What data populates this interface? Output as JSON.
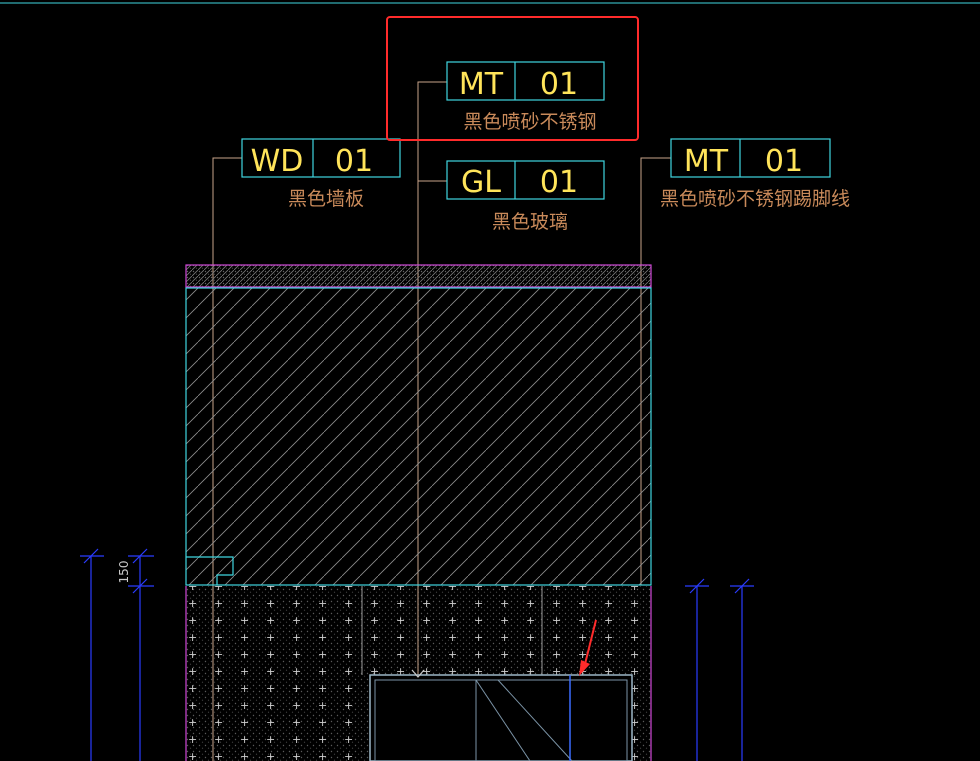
{
  "drawing": {
    "tags": [
      {
        "code": "MT",
        "num": "01",
        "desc": "黑色喷砂不锈钢"
      },
      {
        "code": "WD",
        "num": "01",
        "desc": "黑色墙板"
      },
      {
        "code": "GL",
        "num": "01",
        "desc": "黑色玻璃"
      },
      {
        "code": "MT",
        "num": "01",
        "desc": "黑色喷砂不锈钢踢脚线"
      }
    ],
    "dimension_label": "150"
  },
  "colors": {
    "background": "#000000",
    "tag_border": "#3fd6e0",
    "tag_text": "#ffe45a",
    "desc_text": "#c98a5a",
    "leader": "#c9a48a",
    "wall": "#3fd6e0",
    "hatch": "#9a9a9a",
    "top_band": "#d04ad8",
    "dimension": "#2a3cff",
    "highlight": "#ff2b2b"
  }
}
